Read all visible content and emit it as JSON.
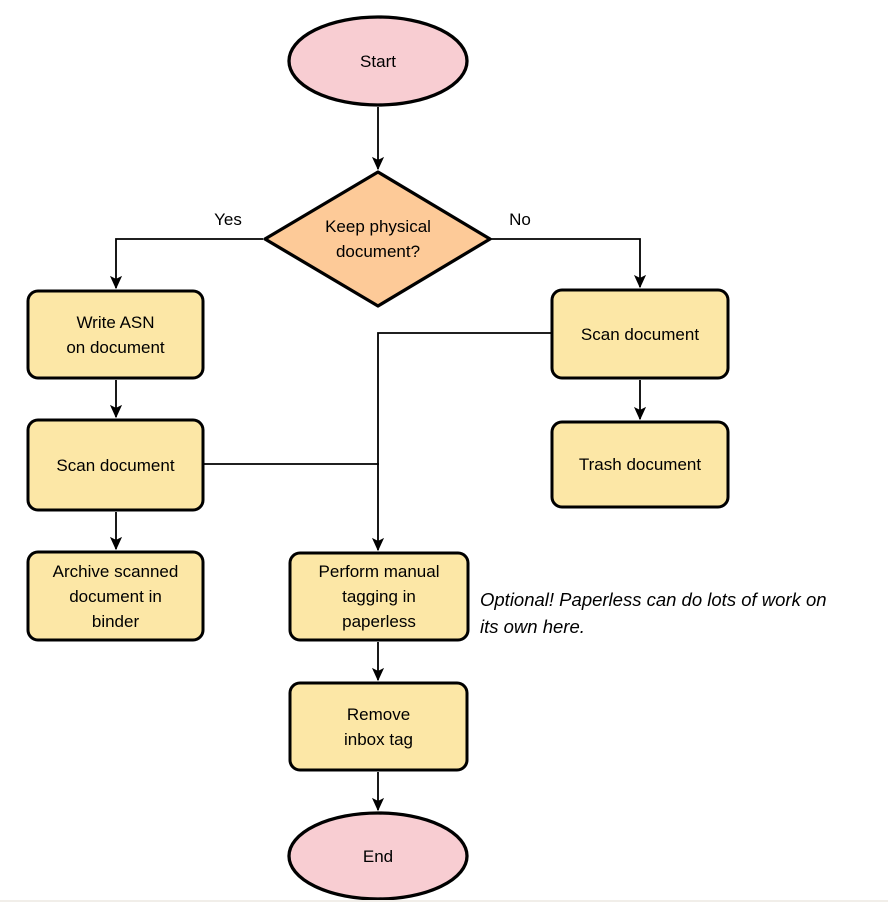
{
  "nodes": {
    "start": {
      "label": "Start",
      "type": "terminal"
    },
    "decision": {
      "label": "Keep physical\ndocument?",
      "type": "decision"
    },
    "write_asn": {
      "label": "Write ASN\non document",
      "type": "process"
    },
    "scan_left": {
      "label": "Scan document",
      "type": "process"
    },
    "archive": {
      "label": "Archive scanned\ndocument in\nbinder",
      "type": "process"
    },
    "scan_right": {
      "label": "Scan document",
      "type": "process"
    },
    "trash": {
      "label": "Trash document",
      "type": "process"
    },
    "tagging": {
      "label": "Perform manual\ntagging in\npaperless",
      "type": "process"
    },
    "remove_inbox": {
      "label": "Remove\ninbox tag",
      "type": "process"
    },
    "end": {
      "label": "End",
      "type": "terminal"
    }
  },
  "edge_labels": {
    "yes": "Yes",
    "no": "No"
  },
  "note": {
    "text": "Optional! Paperless can do lots of work on\nits own here."
  },
  "colors": {
    "terminal_fill": "#f8cdd2",
    "decision_fill": "#fdca98",
    "process_fill": "#fce7a6",
    "stroke": "#000000",
    "divider": "#f1eee9"
  }
}
